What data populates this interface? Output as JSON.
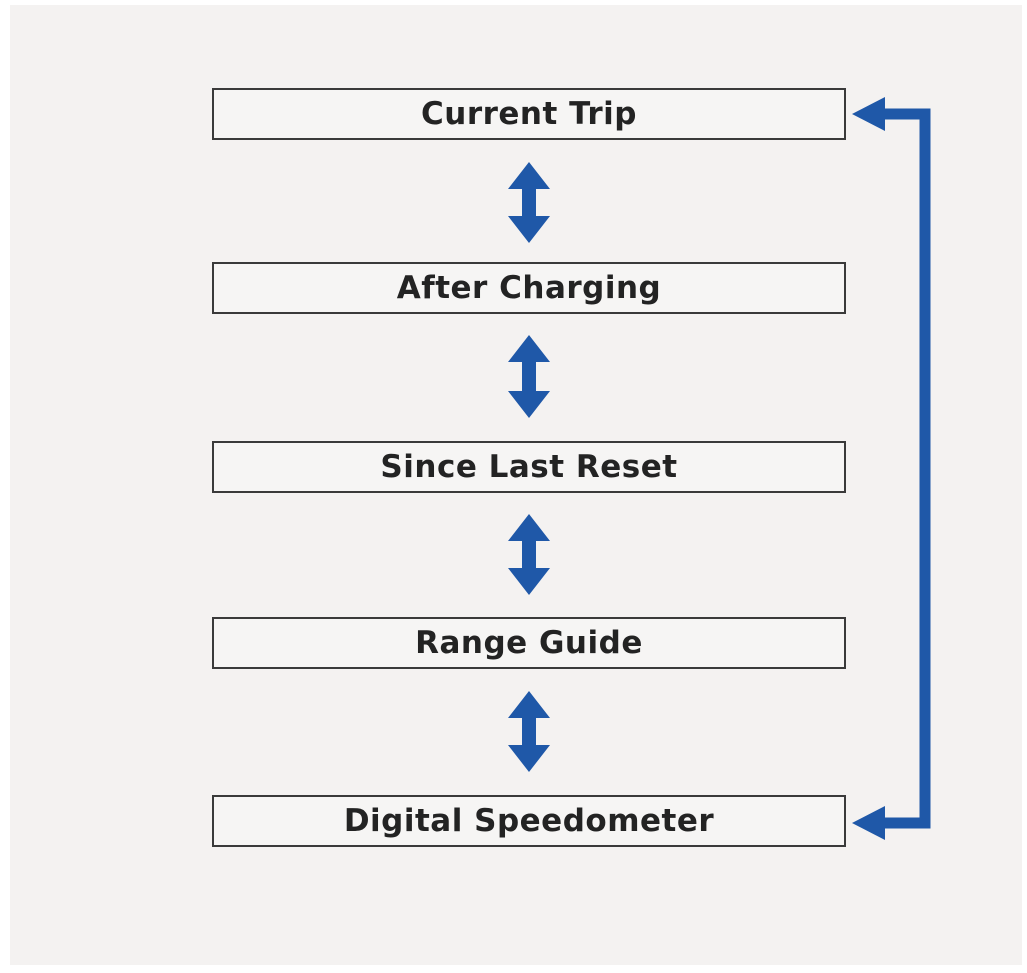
{
  "diagram": {
    "steps": [
      {
        "label": "Current Trip"
      },
      {
        "label": "After Charging"
      },
      {
        "label": "Since Last Reset"
      },
      {
        "label": "Range Guide"
      },
      {
        "label": "Digital Speedometer"
      }
    ],
    "connectors": [
      {
        "from": "Current Trip",
        "to": "After Charging",
        "type": "bidirectional"
      },
      {
        "from": "After Charging",
        "to": "Since Last Reset",
        "type": "bidirectional"
      },
      {
        "from": "Since Last Reset",
        "to": "Range Guide",
        "type": "bidirectional"
      },
      {
        "from": "Range Guide",
        "to": "Digital Speedometer",
        "type": "bidirectional"
      },
      {
        "from": "Current Trip",
        "to": "Digital Speedometer",
        "type": "loop-bidirectional"
      }
    ],
    "colors": {
      "arrow": "#1f58a8",
      "box_border": "#3a3a3a",
      "box_fill": "#f6f5f4",
      "background": "#f4f2f1",
      "text": "#232323"
    }
  }
}
